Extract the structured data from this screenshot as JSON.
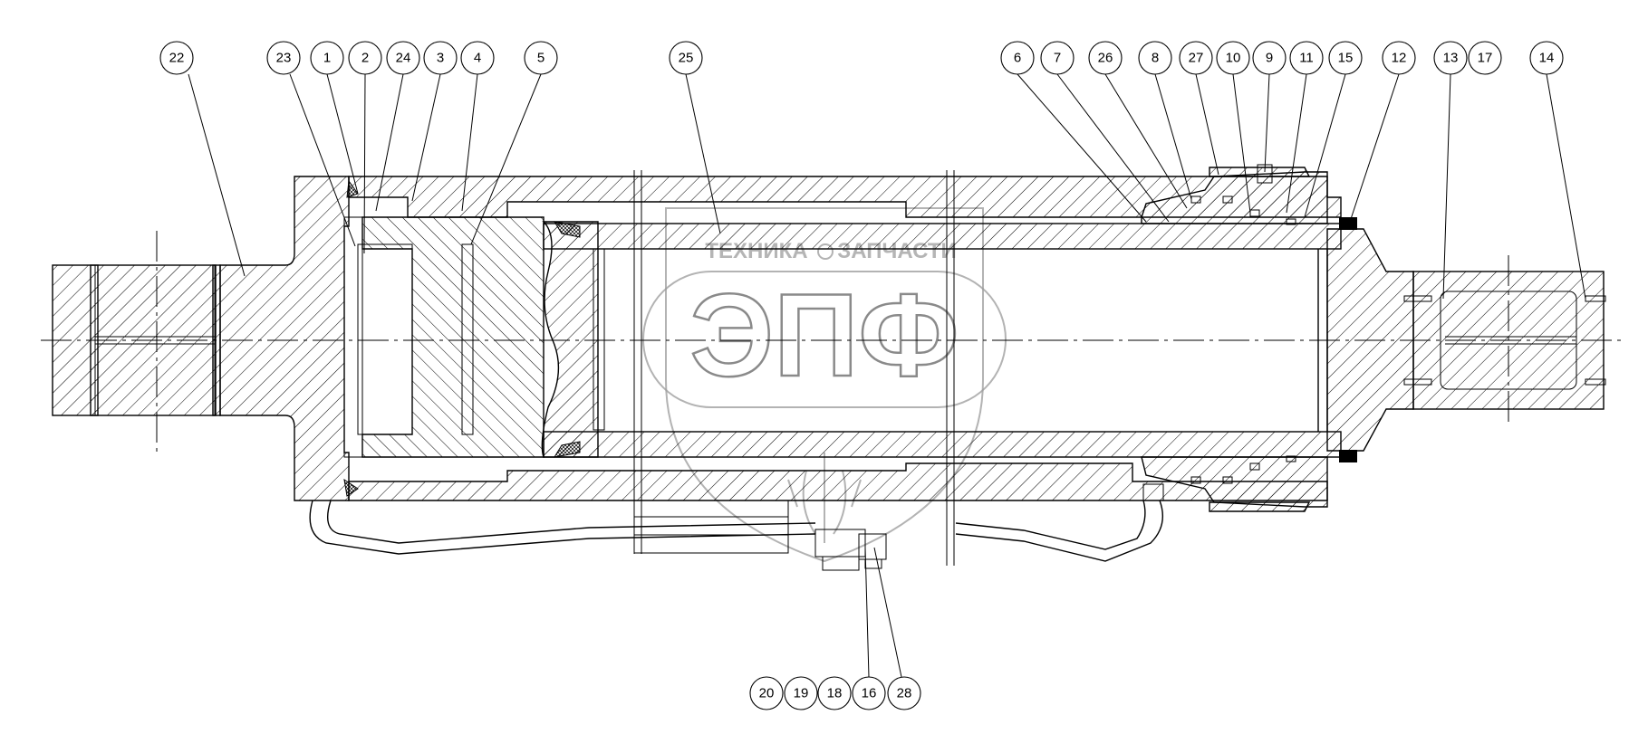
{
  "watermark": {
    "brand": "ЭПФ",
    "left_word": "ТЕХНИКА",
    "right_word": "ЗАПЧАСТИ"
  },
  "callouts": {
    "top": [
      "22",
      "23",
      "1",
      "2",
      "24",
      "3",
      "4",
      "5",
      "25",
      "6",
      "7",
      "26",
      "8",
      "27",
      "10",
      "9",
      "11",
      "15",
      "12",
      "13",
      "17",
      "14"
    ],
    "bottom": [
      "20",
      "19",
      "18",
      "16",
      "28"
    ]
  }
}
